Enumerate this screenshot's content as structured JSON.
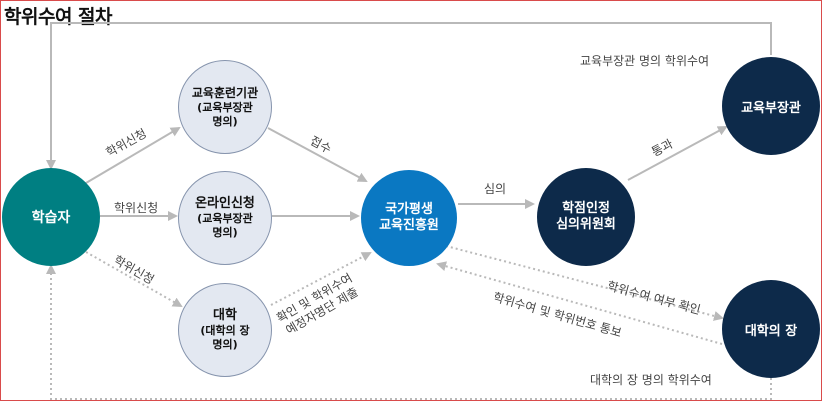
{
  "title": "학위수여 절차",
  "nodes": {
    "learner": "학습자",
    "training": {
      "name": "교육훈련기관",
      "sub1": "(교육부장관",
      "sub2": "명의)"
    },
    "online": {
      "name": "온라인신청",
      "sub1": "(교육부장관",
      "sub2": "명의)"
    },
    "university": {
      "name": "대학",
      "sub1": "(대학의 장",
      "sub2": "명의)"
    },
    "nile": {
      "line1": "국가평생",
      "line2": "교육진흥원"
    },
    "committee": {
      "line1": "학점인정",
      "line2": "심의위원회"
    },
    "minister": "교육부장관",
    "president": "대학의 장"
  },
  "labels": {
    "apply_top": "학위신청",
    "apply_mid": "학위신청",
    "apply_bottom": "학위신청",
    "receive": "접수",
    "review": "심의",
    "pass": "통과",
    "confirm_line1": "확인 및 학위수여",
    "confirm_line2": "예정자명단 제출",
    "decision": "학위수여 여부 확인",
    "notify": "학위수여 및 학위번호 통보",
    "minister_award": "교육부장관 명의 학위수여",
    "president_award": "대학의 장 명의 학위수여"
  },
  "colors": {
    "teal": "#007f82",
    "light_circle": "#e3e8f1",
    "light_border": "#8694ad",
    "blue": "#0a78c2",
    "dark_navy": "#0d2a4a",
    "arrow": "#b9b9b9"
  }
}
